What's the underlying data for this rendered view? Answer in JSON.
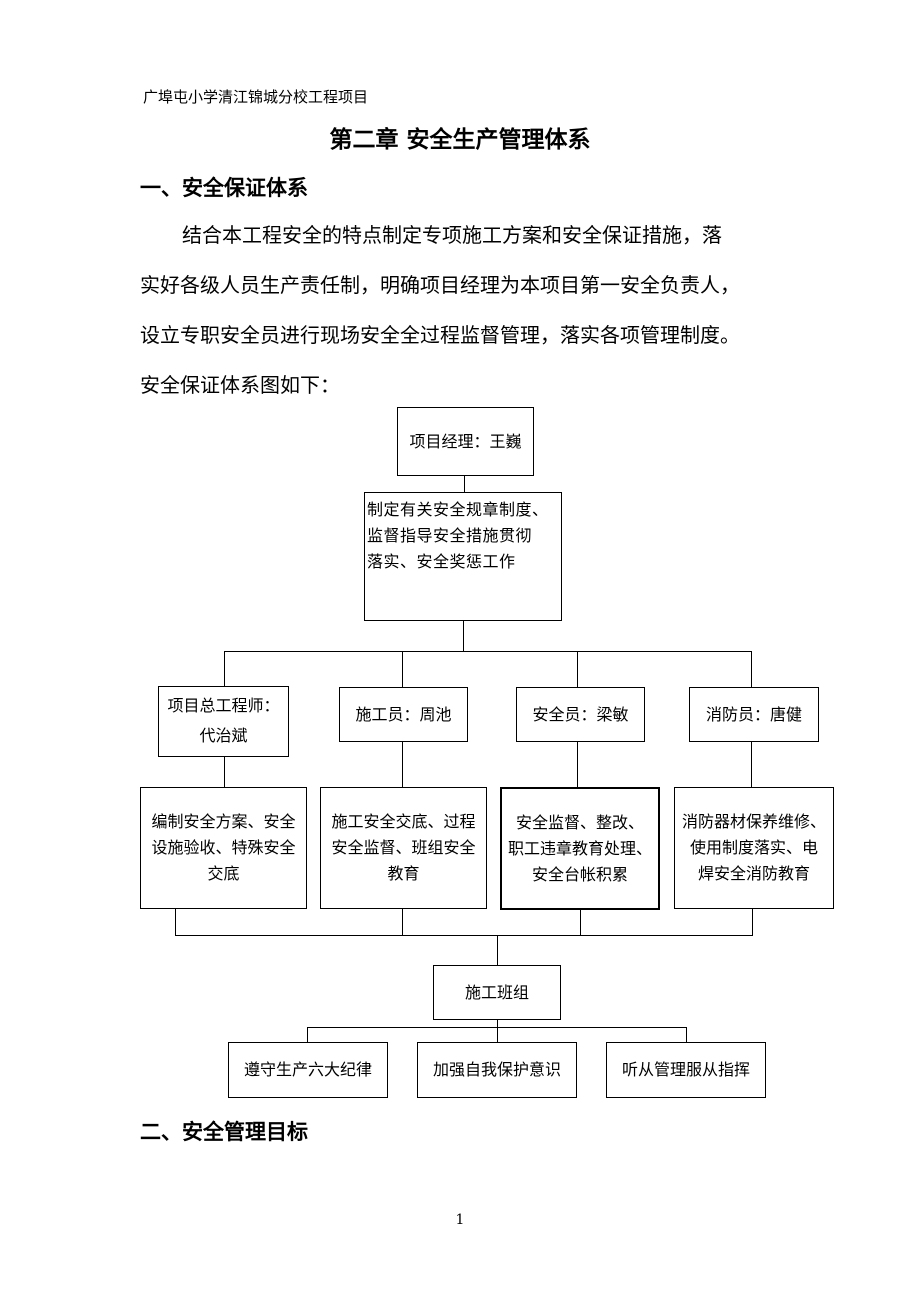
{
  "header_note": "广埠屯小学清江锦城分校工程项目",
  "chapter_title": "第二章  安全生产管理体系",
  "section1": {
    "heading": "一、安全保证体系",
    "paragraph_lines": [
      "结合本工程安全的特点制定专项施工方案和安全保证措施，落",
      "实好各级人员生产责任制，明确项目经理为本项目第一安全负责人，",
      "设立专职安全员进行现场安全全过程监督管理，落实各项管理制度。",
      "安全保证体系图如下："
    ]
  },
  "org_chart": {
    "manager": "项目经理：王巍",
    "duty": [
      "制定有关安全规章制度、",
      "监督指导安全措施贯彻",
      "落实、安全奖惩工作"
    ],
    "roles": [
      {
        "lines": [
          "项目总工程师：",
          "代治斌"
        ]
      },
      {
        "lines": [
          "施工员：周池"
        ]
      },
      {
        "lines": [
          "安全员：梁敏"
        ]
      },
      {
        "lines": [
          "消防员：唐健"
        ]
      }
    ],
    "responsibilities": [
      {
        "lines": [
          "编制安全方案、安全",
          "设施验收、特殊安全",
          "交底"
        ]
      },
      {
        "lines": [
          "施工安全交底、过程",
          "安全监督、班组安全",
          "教育"
        ]
      },
      {
        "lines": [
          "安全监督、整改、",
          "职工违章教育处理、",
          "安全台帐积累"
        ]
      },
      {
        "lines": [
          "消防器材保养维修、",
          "使用制度落实、电",
          "焊安全消防教育"
        ]
      }
    ],
    "team": "施工班组",
    "rules": [
      "遵守生产六大纪律",
      "加强自我保护意识",
      "听从管理服从指挥"
    ]
  },
  "section2": {
    "heading": "二、安全管理目标"
  },
  "page_number": "1"
}
